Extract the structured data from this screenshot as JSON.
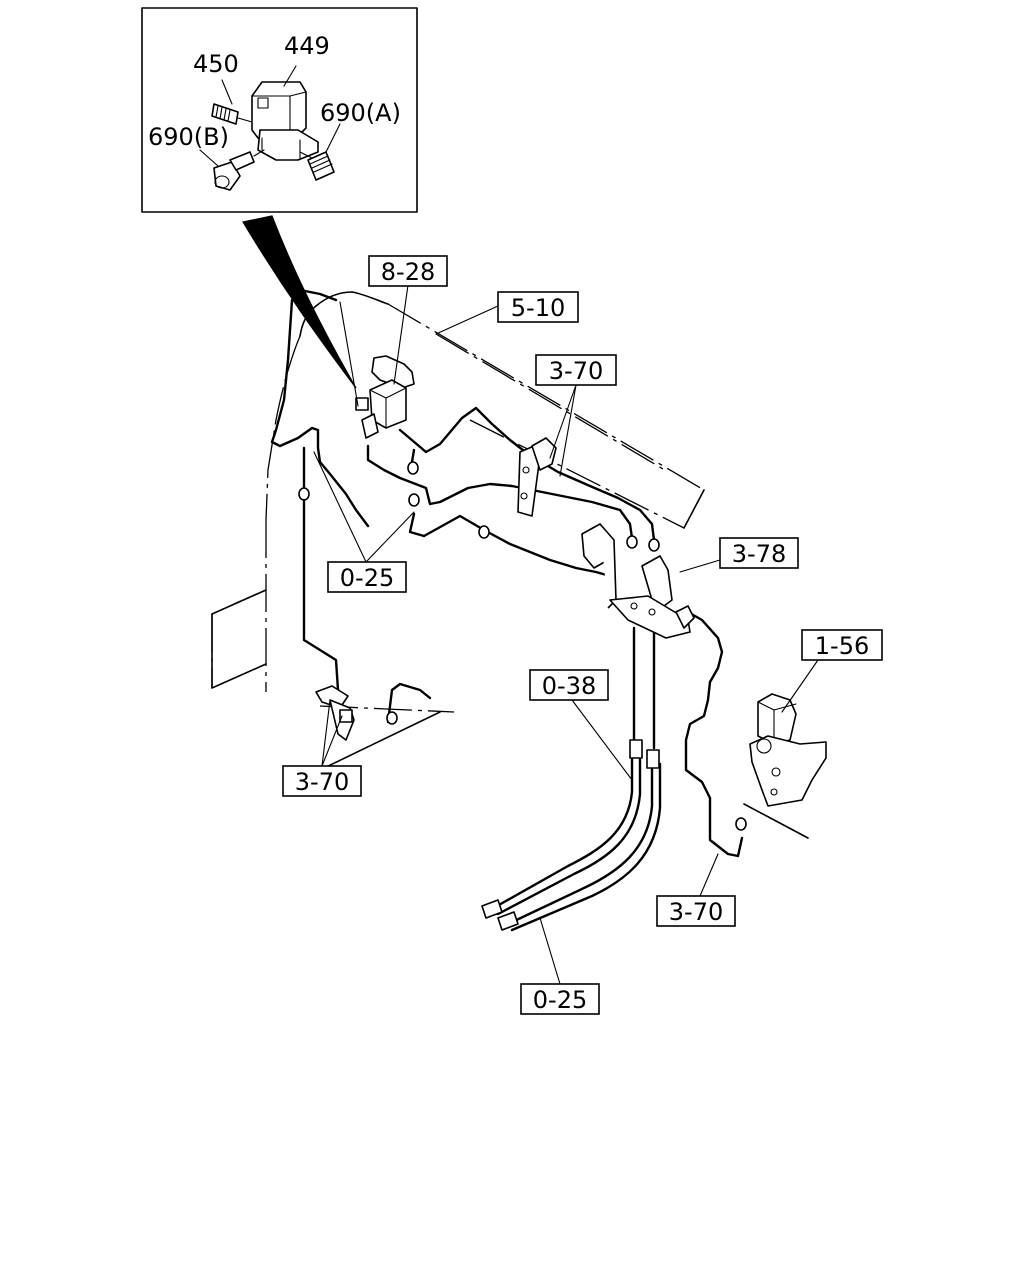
{
  "inset": {
    "callouts": [
      {
        "id": "c449",
        "text": "449"
      },
      {
        "id": "c450",
        "text": "450"
      },
      {
        "id": "c690a",
        "text": "690(A)"
      },
      {
        "id": "c690b",
        "text": "690(B)"
      }
    ]
  },
  "labels": [
    {
      "id": "l828",
      "text": "8-28"
    },
    {
      "id": "l510",
      "text": "5-10"
    },
    {
      "id": "l370a",
      "text": "3-70"
    },
    {
      "id": "l025a",
      "text": "0-25"
    },
    {
      "id": "l378",
      "text": "3-78"
    },
    {
      "id": "l156",
      "text": "1-56"
    },
    {
      "id": "l038",
      "text": "0-38"
    },
    {
      "id": "l370b",
      "text": "3-70"
    },
    {
      "id": "l370c",
      "text": "3-70"
    },
    {
      "id": "l025b",
      "text": "0-25"
    }
  ]
}
